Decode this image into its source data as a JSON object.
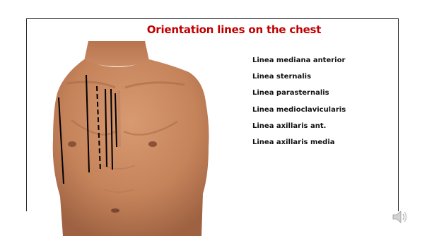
{
  "slide": {
    "title": "Orientation lines on the chest",
    "terms": [
      "Linea mediana anterior",
      "Linea sternalis",
      "Linea parasternalis",
      "Linea medioclavicularis",
      "Linea axillaris ant.",
      "Linea axillaris media"
    ]
  },
  "image": {
    "subject": "male chest torso with drawn orientation lines",
    "line_style": [
      "solid",
      "solid",
      "dashed",
      "solid",
      "solid",
      "solid"
    ],
    "line_color": "#000000"
  },
  "colors": {
    "title": "#c00000",
    "text": "#111111",
    "frame": "#2b2b2b",
    "skin": "#c98a62"
  },
  "icons": {
    "audio": "speaker-icon"
  }
}
